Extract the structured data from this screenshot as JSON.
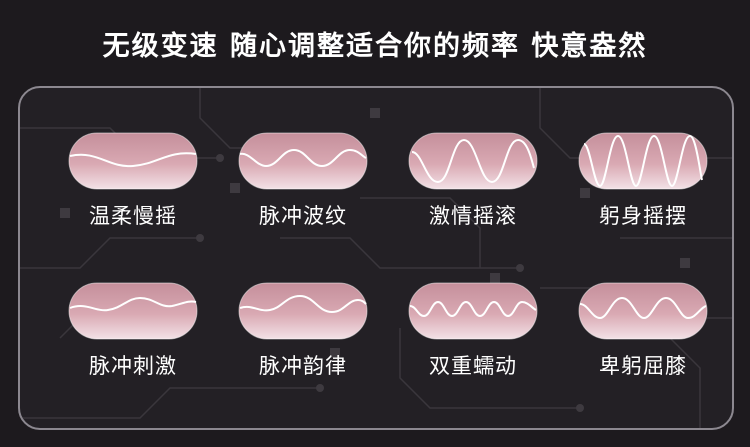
{
  "headline": "无级变速 随心调整适合你的频率 快意盎然",
  "colors": {
    "pill_fill": "#c08a96",
    "pill_fill_light": "#f0dde2",
    "wave": "#ffffff",
    "panel_border": "#8c8890",
    "background": "#1d1a1e"
  },
  "modes": [
    {
      "label": "温柔慢摇",
      "wave": "gentle-wave"
    },
    {
      "label": "脉冲波纹",
      "wave": "ripple-wave"
    },
    {
      "label": "激情摇滚",
      "wave": "deep-wave"
    },
    {
      "label": "躬身摇摆",
      "wave": "tall-wave"
    },
    {
      "label": "脉冲刺激",
      "wave": "pulse-wave"
    },
    {
      "label": "脉冲韵律",
      "wave": "rhythm-wave"
    },
    {
      "label": "双重蠕动",
      "wave": "double-wave"
    },
    {
      "label": "卑躬屈膝",
      "wave": "bend-wave"
    }
  ]
}
